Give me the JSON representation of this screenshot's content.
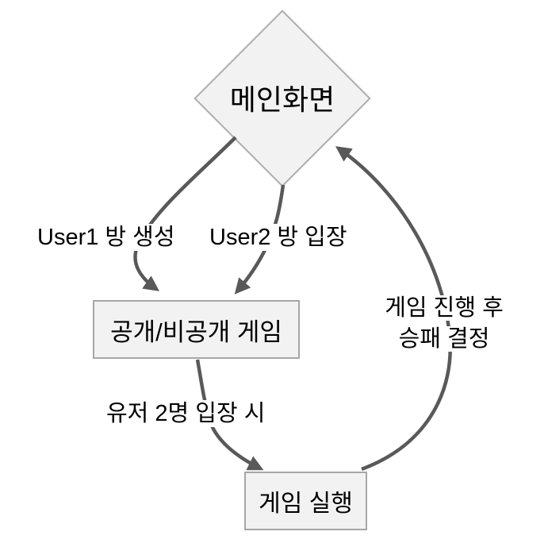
{
  "diagram": {
    "background_color": "#ffffff",
    "node_fill_color": "#f2f2f2",
    "node_border_color": "#a6a6a6",
    "arrow_color": "#595959",
    "text_color": "#000000",
    "nodes": [
      {
        "id": "main-screen",
        "shape": "diamond",
        "label": "메인화면"
      },
      {
        "id": "room",
        "shape": "rectangle",
        "label": "공개/비공개 게임"
      },
      {
        "id": "game-run",
        "shape": "rectangle",
        "label": "게임 실행"
      }
    ],
    "edges": [
      {
        "from": "main-screen",
        "to": "room",
        "label": "User1 방 생성"
      },
      {
        "from": "main-screen",
        "to": "room",
        "label": "User2 방 입장"
      },
      {
        "from": "room",
        "to": "game-run",
        "label": "유저 2명 입장 시"
      },
      {
        "from": "game-run",
        "to": "main-screen",
        "label": "게임 진행 후 승패 결정",
        "label_lines": [
          "게임 진행 후",
          "승패 결정"
        ]
      }
    ]
  }
}
